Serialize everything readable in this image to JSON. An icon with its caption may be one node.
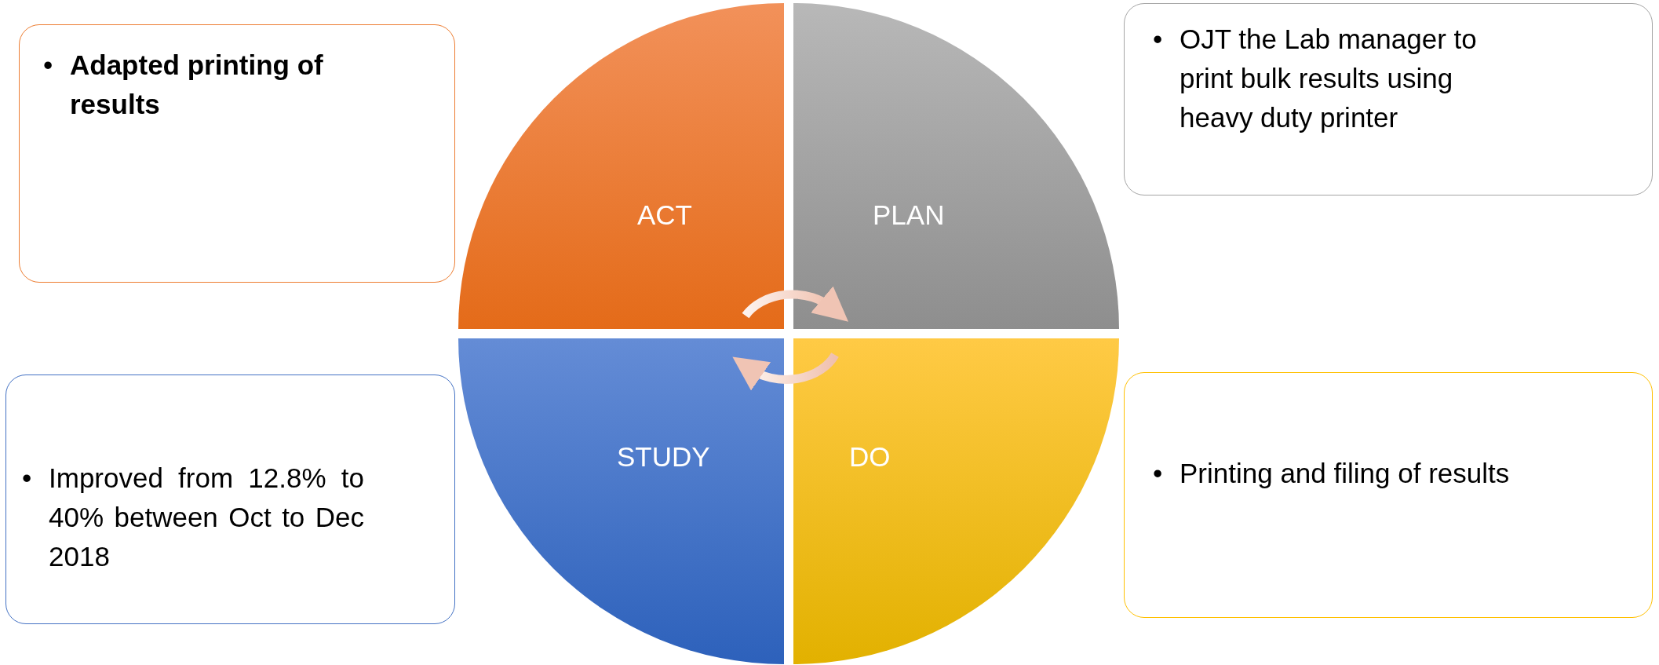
{
  "diagram": {
    "nodes": [
      {
        "text": [
          "•",
          "Adapted printing of results"
        ]
      },
      {
        "text": [
          "ACT"
        ]
      },
      {
        "text": [
          "PLAN"
        ]
      },
      {
        "text": [
          "•",
          "OJT the Lab manager to print bulk results using heavy duty printer"
        ]
      },
      {
        "text": [
          "•",
          "Improved from 12.8% to 40% between Oct to Dec 2018"
        ]
      },
      {
        "text": [
          "STUDY"
        ]
      },
      {
        "text": [
          "DO"
        ]
      },
      {
        "text": [
          "•",
          "Printing and filing of results"
        ]
      }
    ],
    "edges": [
      {
        "from": 1,
        "to": 2,
        "arrow": "to"
      },
      {
        "from": 6,
        "to": 5,
        "arrow": "to"
      }
    ]
  }
}
